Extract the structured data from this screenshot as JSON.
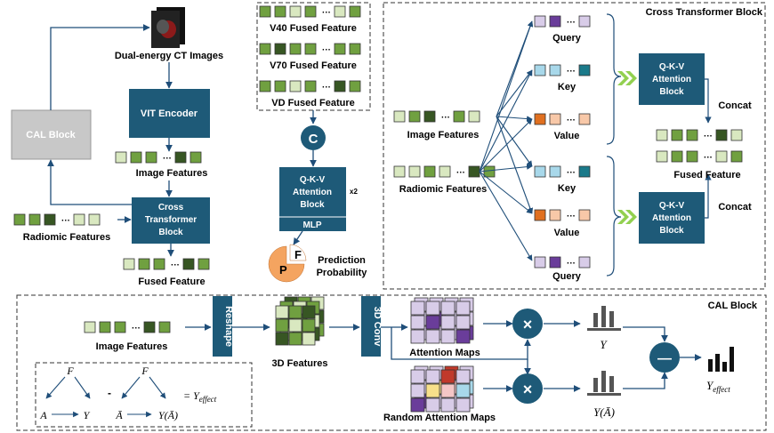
{
  "colors": {
    "navy": "#1f4e79",
    "box_blue": "#1e5a78",
    "lightgray": "#c8c8c8",
    "f_light": "#d9e8c0",
    "f_mid": "#70a040",
    "f_dark": "#375623",
    "p_light": "#d8cce8",
    "p_dark": "#6a3d9a",
    "k_light": "#a8d8ea",
    "k_dark": "#1a7a8a",
    "v_light": "#f8c8a8",
    "v_dark": "#e07020",
    "pie": "#f4a460",
    "chevron": "#92d050"
  },
  "top_left": {
    "ct_label": "Dual-energy CT Images",
    "vit": "VIT Encoder",
    "cal": "CAL Block",
    "image_features": "Image Features",
    "radiomic_features": "Radiomic Features",
    "cross_transformer": [
      "Cross",
      "Transformer",
      "Block"
    ],
    "fused_feature": "Fused Feature"
  },
  "top_mid": {
    "v40": "V40 Fused Feature",
    "v70": "V70 Fused Feature",
    "vd": "VD Fused Feature",
    "concat_symbol": "C",
    "qkv": [
      "Q-K-V",
      "Attention",
      "Block"
    ],
    "mlp": "MLP",
    "x2": "x2",
    "pie_f": "F",
    "pie_p": "P",
    "prediction": [
      "Prediction",
      "Probability"
    ]
  },
  "top_right": {
    "title": "Cross Transformer Block",
    "image_features": "Image Features",
    "radiomic_features": "Radiomic Features",
    "query": "Query",
    "key": "Key",
    "value": "Value",
    "qkv": [
      "Q-K-V",
      "Attention",
      "Block"
    ],
    "concat": "Concat",
    "fused_feature": "Fused Feature"
  },
  "bottom": {
    "title": "CAL Block",
    "image_features": "Image Features",
    "reshape": "Reshape",
    "features_3d": "3D Features",
    "conv_3d": "3D Conv",
    "attention_maps": "Attention Maps",
    "random_attention_maps": "Random Attention Maps",
    "times": "×",
    "minus": "—",
    "y": "Y",
    "y_abar": "Y(Ā)",
    "y_effect": "Y",
    "y_effect_sub": "effect",
    "eq_F": "F",
    "eq_A": "A",
    "eq_Y": "Y",
    "eq_Abar": "Ā",
    "eq_YAbar": "Y(Ā)",
    "eq_minus": "-",
    "eq_result": "= Y",
    "eq_result_sub": "effect"
  },
  "ellipsis": "···"
}
